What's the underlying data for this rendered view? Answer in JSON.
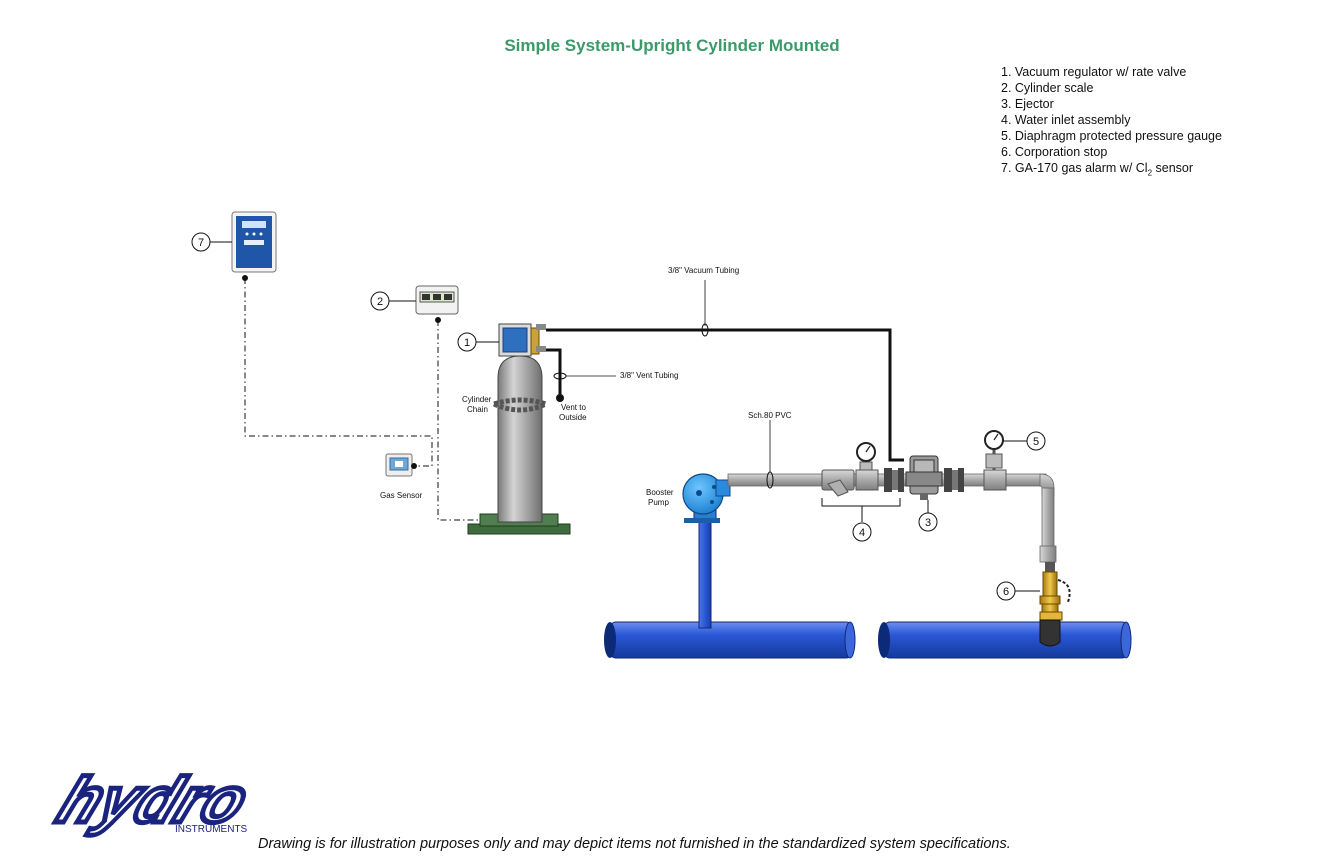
{
  "title": "Simple System-Upright Cylinder Mounted",
  "colors": {
    "title": "#3a9a6a",
    "main_pipe": "#1e4fc8",
    "pvc": "#a9a9a9",
    "logo": "#1a237e",
    "base": "#3f6b3f"
  },
  "legend": {
    "items": [
      {
        "text": "1. Vacuum regulator w/ rate valve"
      },
      {
        "text": "2. Cylinder scale"
      },
      {
        "text": "3. Ejector"
      },
      {
        "text": "4. Water inlet assembly"
      },
      {
        "text": "5. Diaphragm protected pressure gauge"
      },
      {
        "text": "6. Corporation stop"
      },
      {
        "text": "7. GA-170 gas alarm w/ Cl",
        "sub": "2",
        "suffix": " sensor"
      }
    ]
  },
  "labels": {
    "vacuum_tubing": "3/8\" Vacuum Tubing",
    "vent_tubing": "3/8\" Vent Tubing",
    "vent_outside_1": "Vent to",
    "vent_outside_2": "Outside",
    "cylinder_chain_1": "Cylinder",
    "cylinder_chain_2": "Chain",
    "sch80": "Sch.80 PVC",
    "booster_1": "Booster",
    "booster_2": "Pump",
    "gas_sensor": "Gas Sensor"
  },
  "callouts": {
    "c1": "1",
    "c2": "2",
    "c3": "3",
    "c4": "4",
    "c5": "5",
    "c6": "6",
    "c7": "7"
  },
  "logo": {
    "name": "hydro",
    "subtitle": "INSTRUMENTS"
  },
  "disclaimer": "Drawing is for illustration purposes only and may depict items not furnished in the standardized system specifications."
}
